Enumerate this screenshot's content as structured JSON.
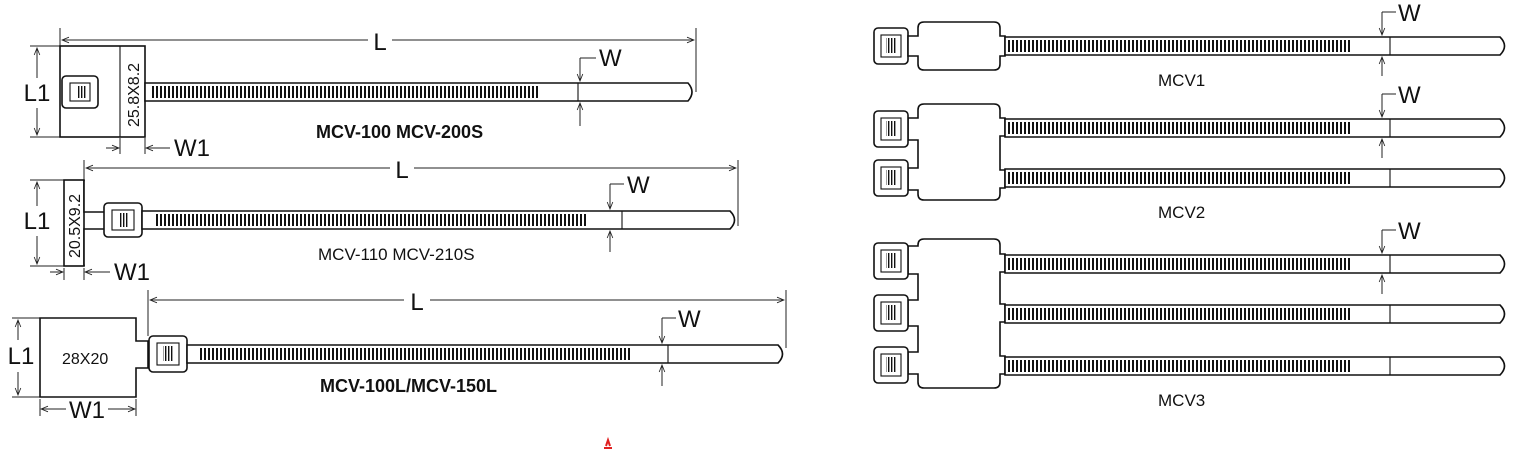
{
  "dims": {
    "L": "L",
    "W": "W",
    "L1": "L1",
    "W1": "W1"
  },
  "ties": [
    {
      "caption": "MCV-100 MCV-200S",
      "size": "25.8X8.2"
    },
    {
      "caption": "MCV-110 MCV-210S",
      "size": "20.5X9.2"
    },
    {
      "caption": "MCV-100L/MCV-150L",
      "size": "28X20"
    }
  ],
  "multi": [
    {
      "caption": "MCV1",
      "heads": 1
    },
    {
      "caption": "MCV2",
      "heads": 2
    },
    {
      "caption": "MCV3",
      "heads": 3
    }
  ],
  "colors": {
    "line": "#111111",
    "mark": "#e02020"
  }
}
